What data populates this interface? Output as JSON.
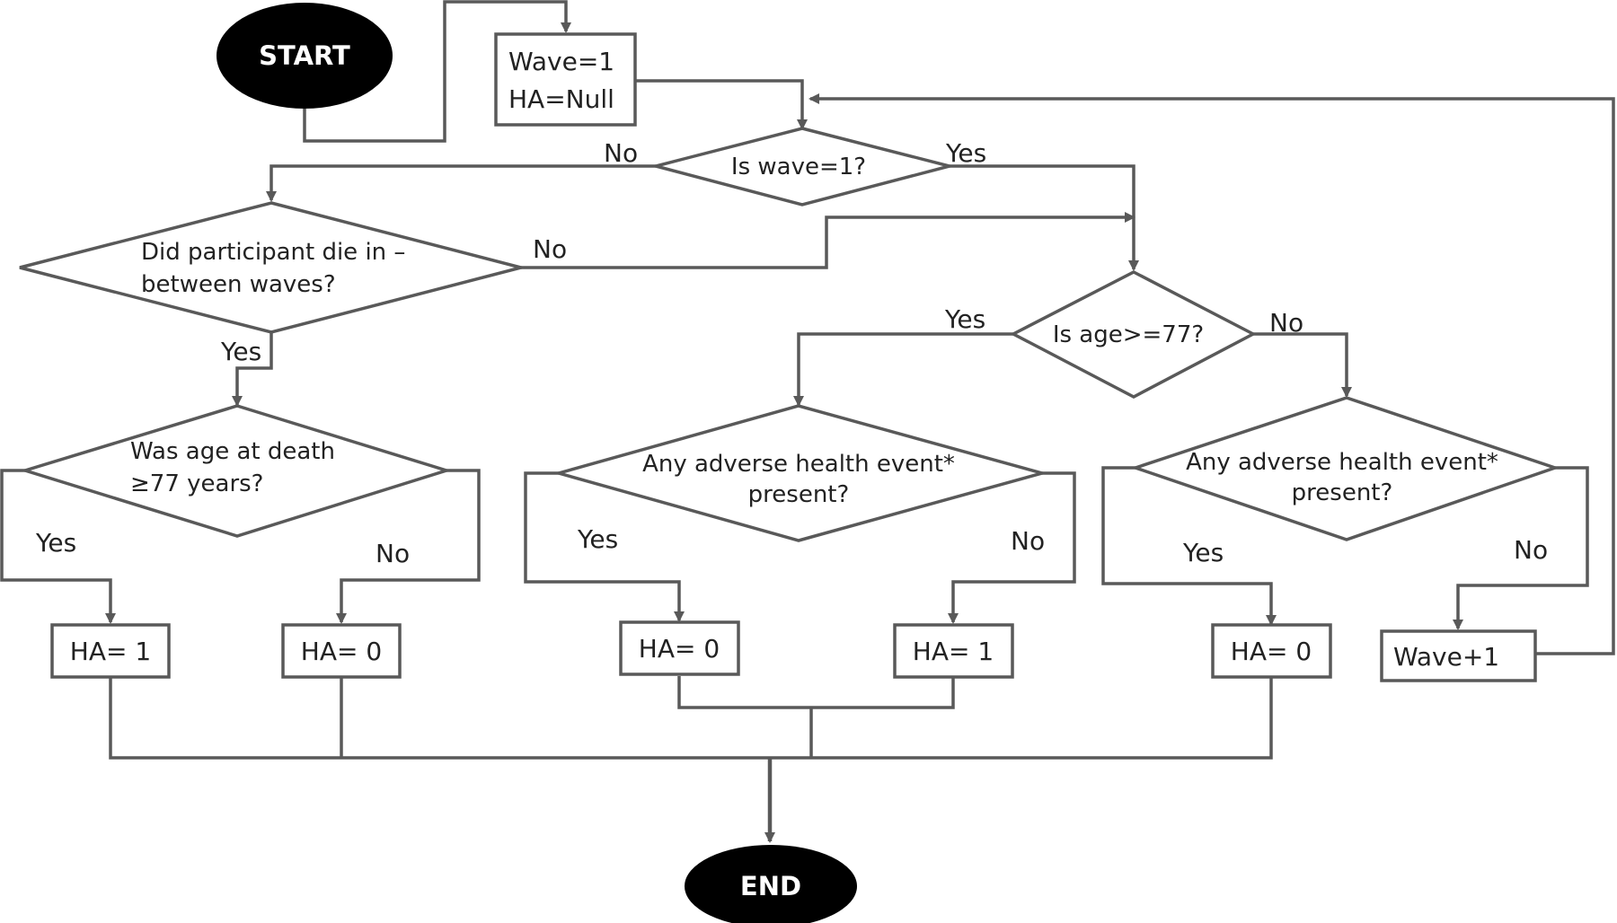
{
  "diagram": {
    "colors": {
      "line": "#595959",
      "terminal_fill": "#000000",
      "terminal_text": "#ffffff",
      "box_fill": "#ffffff"
    },
    "nodes": {
      "start": {
        "label": "START"
      },
      "end": {
        "label": "END"
      },
      "init": {
        "line1": "Wave=1",
        "line2": "HA=Null"
      },
      "is_wave1": {
        "label": "Is wave=1?"
      },
      "die": {
        "line1": "Did participant die in –",
        "line2": "between waves?"
      },
      "is_age77": {
        "label": "Is age>=77?"
      },
      "age_death": {
        "line1": "Was age at death",
        "line2": "≥77 years?"
      },
      "adverse_left": {
        "line1": "Any adverse health event*",
        "line2": "present?"
      },
      "adverse_right": {
        "line1": "Any adverse health event*",
        "line2": "present?"
      },
      "ha_a": {
        "label": "HA= 1"
      },
      "ha_b": {
        "label": "HA= 0"
      },
      "ha_c": {
        "label": "HA= 0"
      },
      "ha_d": {
        "label": "HA= 1"
      },
      "ha_e": {
        "label": "HA= 0"
      },
      "wave_inc": {
        "label": "Wave+1"
      }
    },
    "edge_labels": {
      "wave1_no": "No",
      "wave1_yes": "Yes",
      "die_no": "No",
      "die_yes": "Yes",
      "age77_yes": "Yes",
      "age77_no": "No",
      "death_yes": "Yes",
      "death_no": "No",
      "adv_left_yes": "Yes",
      "adv_left_no": "No",
      "adv_right_yes": "Yes",
      "adv_right_no": "No"
    }
  }
}
